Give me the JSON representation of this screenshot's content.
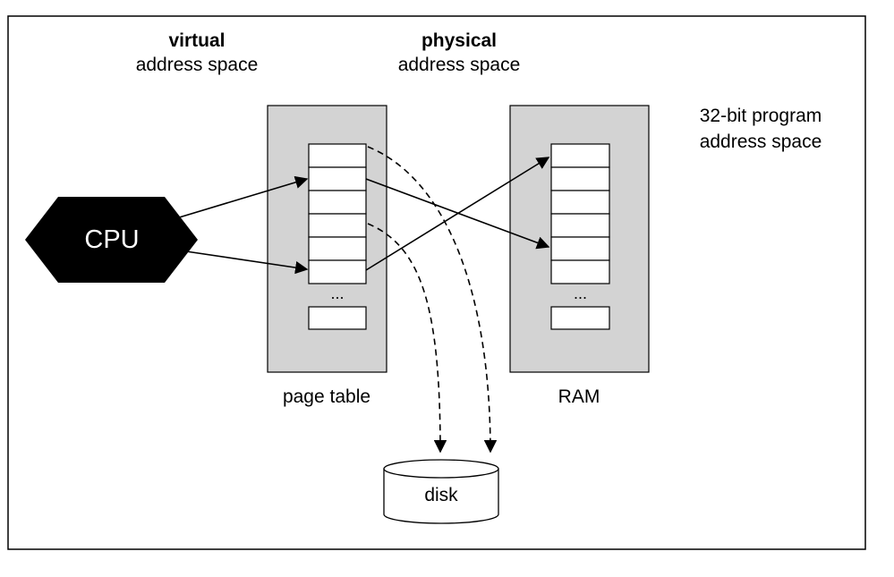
{
  "header": {
    "virtual_bold": "virtual",
    "virtual_sub": "address space",
    "physical_bold": "physical",
    "physical_sub": "address space"
  },
  "note": {
    "line1": "32-bit program",
    "line2": "address space"
  },
  "cpu": {
    "label": "CPU"
  },
  "page_table": {
    "label": "page table",
    "ellipsis": "..."
  },
  "ram": {
    "label": "RAM",
    "ellipsis": "..."
  },
  "disk": {
    "label": "disk"
  },
  "colors": {
    "panel": "#d3d3d3",
    "cpu": "#000000",
    "line": "#000000",
    "entry": "#ffffff"
  }
}
